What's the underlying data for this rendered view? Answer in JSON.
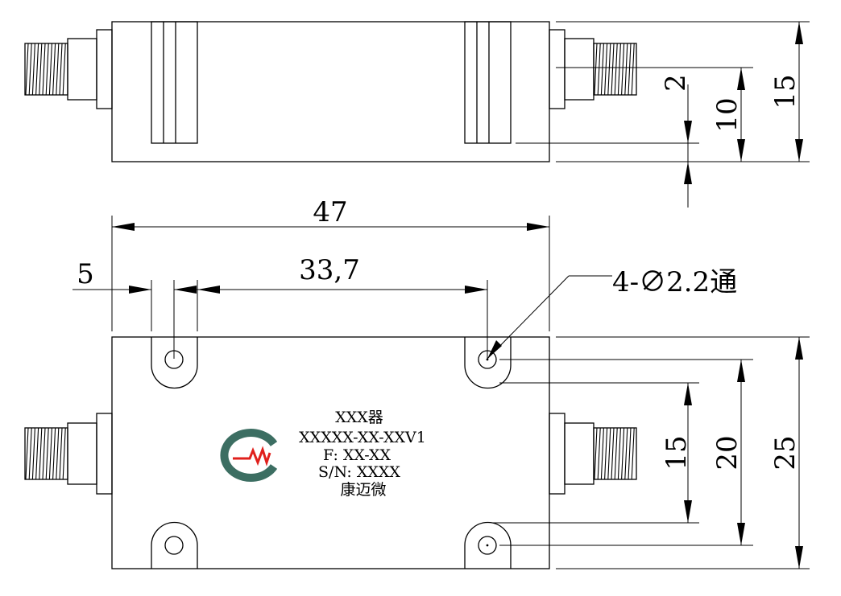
{
  "dimensions": {
    "top_2": "2",
    "top_10": "10",
    "top_15": "15",
    "length_47": "47",
    "offset_5": "5",
    "spacing_33_7": "33,7",
    "hole_callout": "4-∅2.2通",
    "right_15": "15",
    "right_20": "20",
    "right_25": "25"
  },
  "label": {
    "line1": "XXX器",
    "line2": "XXXXX-XX-XXV1",
    "line3": "F: XX-XX",
    "line4": "S/N: XXXX",
    "line5": "康迈微"
  },
  "logo": {
    "ring_color": "#3c6e62",
    "mark_color": "#e0201c"
  }
}
